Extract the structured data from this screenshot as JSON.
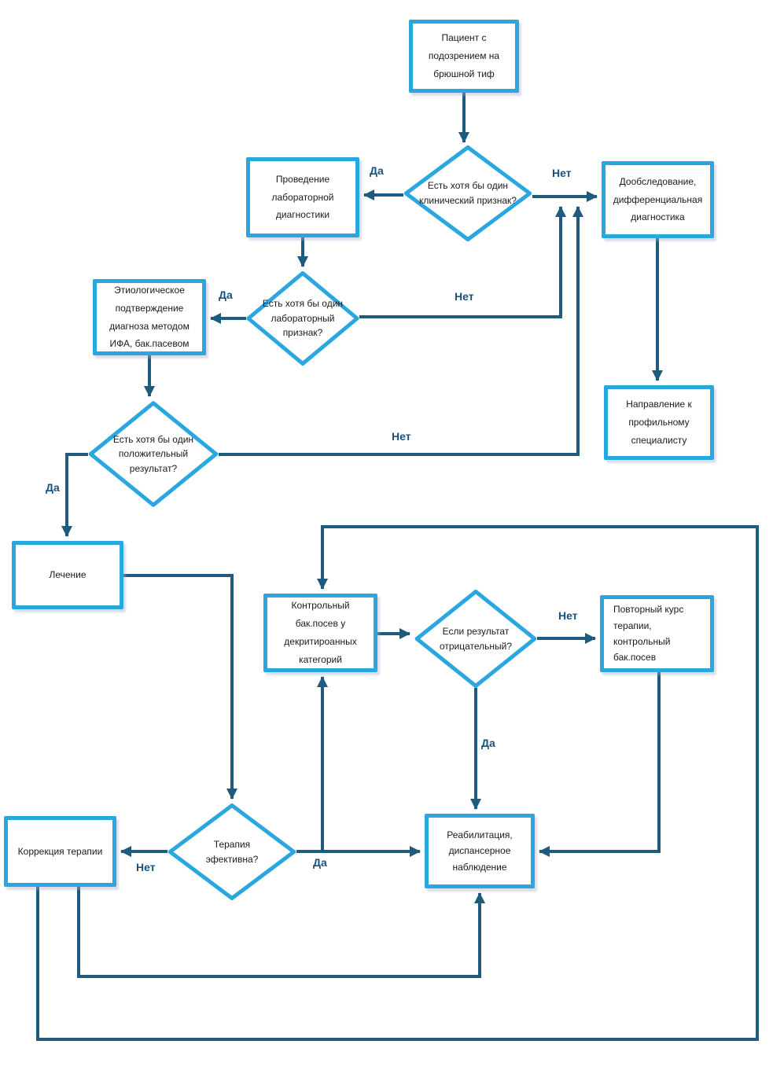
{
  "colors": {
    "shape_border": "#2BA7E0",
    "line": "#1E5B7D",
    "label": "#17527E",
    "text": "#1a1a1a"
  },
  "nodes": {
    "patient": {
      "label": "Пациент с подозрением на  брюшной тиф"
    },
    "d_clinical": {
      "label": "Есть хотя бы один клинический признак?"
    },
    "lab": {
      "label": "Проведение лабораторной диагностики"
    },
    "reexam": {
      "label": "Дообследование, дифференциальная диагностика"
    },
    "d_lab": {
      "label": "Есть хотя бы один лабораторный признак?"
    },
    "etio": {
      "label": "Этиологическое подтверждение диагноза методом ИФА, бак.пасевом"
    },
    "referral": {
      "label": "Направление к профильному специалисту"
    },
    "d_positive": {
      "label": "Есть хотя бы один положительный результат?"
    },
    "treatment": {
      "label": "Лечение"
    },
    "control": {
      "label": "Контрольный бак.посев у декритироанных категорий"
    },
    "d_negative": {
      "label": "Если результат отрицательный?"
    },
    "repeat": {
      "label": "Повторный курс терапии, контрольный бак.посев"
    },
    "d_effective": {
      "label": "Терапия эфективна?"
    },
    "correction": {
      "label": "Коррекция терапии"
    },
    "rehab": {
      "label": "Реабилитация, диспансерное наблюдение"
    }
  },
  "edge_labels": {
    "clinical_yes": "Да",
    "clinical_no": "Нет",
    "lab_yes": "Да",
    "lab_no": "Нет",
    "positive_yes": "Да",
    "positive_no": "Нет",
    "negative_yes": "Да",
    "negative_no": "Нет",
    "effective_yes": "Да",
    "effective_no": "Нет"
  }
}
